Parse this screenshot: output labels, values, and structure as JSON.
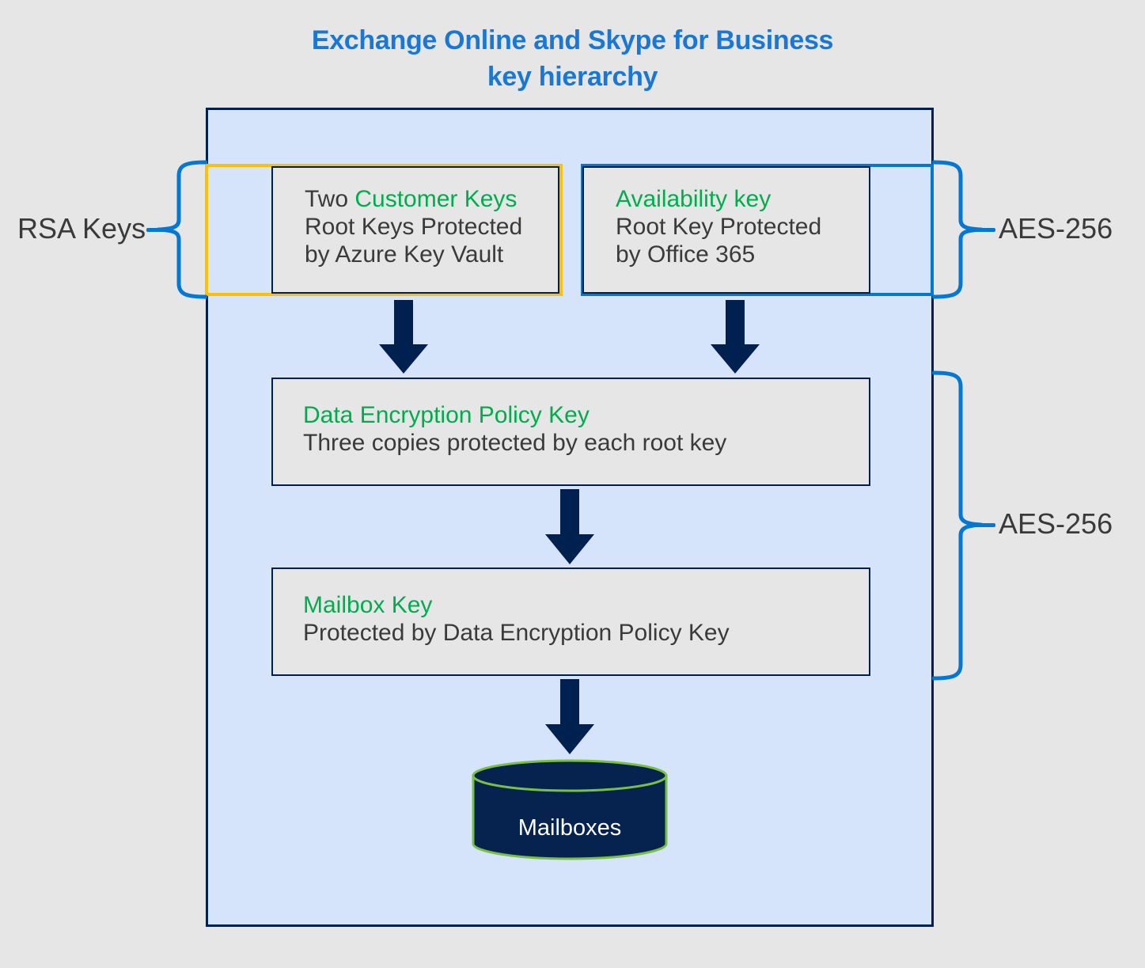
{
  "title": {
    "line1": "Exchange Online and Skype for Business",
    "line2": "key hierarchy",
    "color": "#1878D4"
  },
  "colors": {
    "panel_fill": "#D5E3FB",
    "panel_border": "#002050",
    "box_fill": "#E6E6E6",
    "box_border": "#002050",
    "highlight_green": "#00AD4D",
    "body_text": "#3A3A3A",
    "group_yellow": "#FFC000",
    "group_blue": "#0078D4",
    "arrow": "#002050",
    "brace": "#0078D4",
    "cylinder_fill": "#05234E",
    "cylinder_stroke": "#7AC143",
    "background": "#E6E6E6"
  },
  "side_labels": {
    "rsa": "RSA Keys",
    "aes_top": "AES-256",
    "aes_lower": "AES-256"
  },
  "boxes": {
    "customer_keys": {
      "lead": "Two ",
      "highlight": "Customer Keys",
      "line2": "Root Keys Protected",
      "line3": "by Azure Key Vault"
    },
    "availability_key": {
      "highlight": "Availability key",
      "line2": "Root Key Protected",
      "line3": "by Office 365"
    },
    "data_encryption_policy_key": {
      "highlight": "Data Encryption Policy Key",
      "line2": "Three copies protected by each root key"
    },
    "mailbox_key": {
      "highlight": "Mailbox Key",
      "line2": "Protected by Data Encryption Policy Key"
    }
  },
  "datastore": {
    "label": "Mailboxes"
  }
}
